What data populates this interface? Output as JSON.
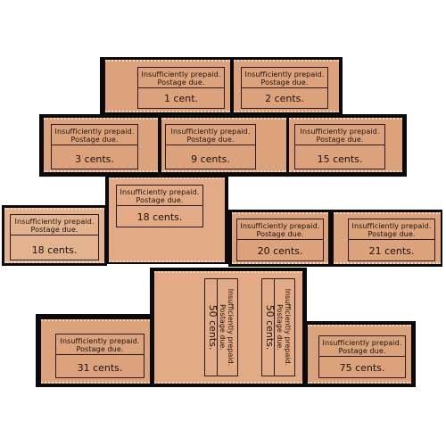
{
  "line1": "Insufficiently prepaid.",
  "line2": "Postage due.",
  "colors": {
    "stamp": "#dca27c",
    "mount": "#0a0a0a",
    "ink": "#1c120d"
  },
  "stamps": [
    {
      "value": "1 cent."
    },
    {
      "value": "2 cents."
    },
    {
      "value": "3 cents."
    },
    {
      "value": "9 cents."
    },
    {
      "value": "15 cents."
    },
    {
      "value": "18 cents."
    },
    {
      "value": "18 cents."
    },
    {
      "value": "20 cents."
    },
    {
      "value": "21 cents."
    },
    {
      "value": "50 cents."
    },
    {
      "value": "50 cents."
    },
    {
      "value": "31 cents."
    },
    {
      "value": "75 cents."
    }
  ]
}
